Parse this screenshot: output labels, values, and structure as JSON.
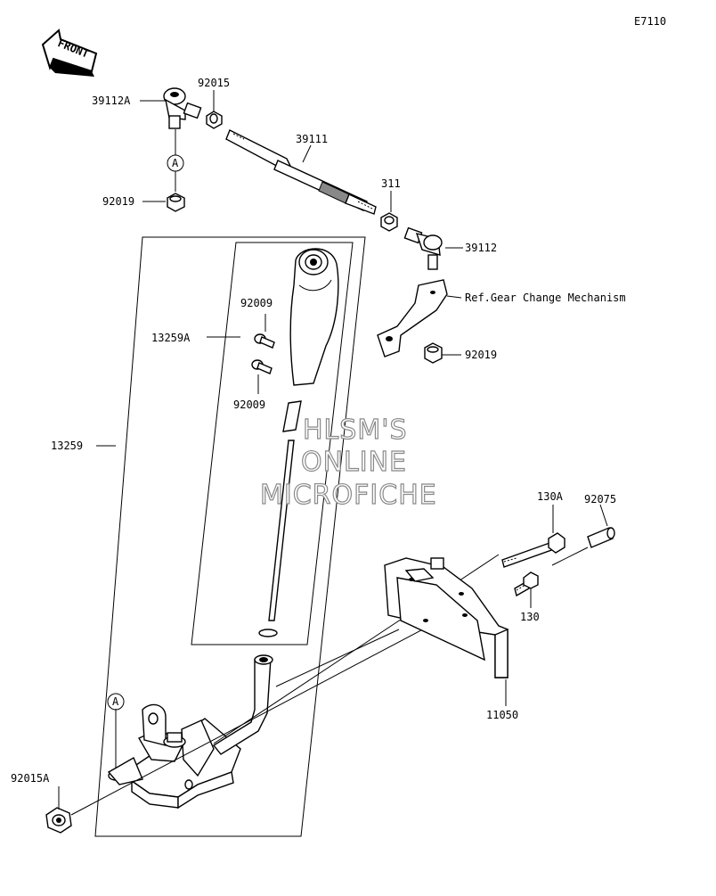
{
  "diagram_code": "E7110",
  "front_label": "FRONT",
  "callout_letter": "A",
  "watermark": [
    "HLSM'S",
    "ONLINE",
    "MICROFICHE"
  ],
  "reference_text": "Ref.Gear Change Mechanism",
  "parts": {
    "p39112A": "39112A",
    "p92015": "92015",
    "p39111": "39111",
    "p311": "311",
    "p39112": "39112",
    "p92019_top": "92019",
    "p92019_right": "92019",
    "p92009_top": "92009",
    "p92009_bottom": "92009",
    "p13259A": "13259A",
    "p13259": "13259",
    "p130A": "130A",
    "p92075": "92075",
    "p130": "130",
    "p11050": "11050",
    "p92015A": "92015A"
  }
}
